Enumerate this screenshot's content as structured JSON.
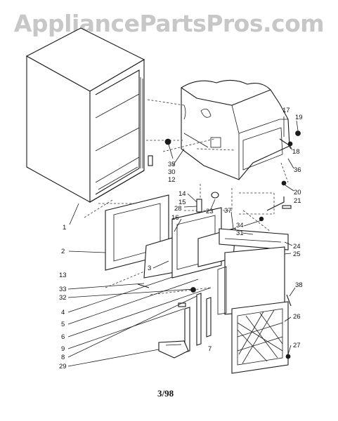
{
  "watermark": "AppliancePartsPros.com",
  "page_number": "3/98",
  "callouts": {
    "c1": "1",
    "c2": "2",
    "c3": "3",
    "c4": "4",
    "c5": "5",
    "c6": "6",
    "c7": "7",
    "c8": "8",
    "c9": "9",
    "c12": "12",
    "c13": "13",
    "c14": "14",
    "c15": "15",
    "c16": "16",
    "c17": "17",
    "c18": "18",
    "c19": "19",
    "c20": "20",
    "c21": "21",
    "c23": "23",
    "c24": "24",
    "c25": "25",
    "c26": "26",
    "c27": "27",
    "c28": "28",
    "c29": "29",
    "c30": "30",
    "c31": "31",
    "c32": "32",
    "c33": "33",
    "c34": "34",
    "c35": "35",
    "c36": "36",
    "c37": "37",
    "c38": "38"
  }
}
